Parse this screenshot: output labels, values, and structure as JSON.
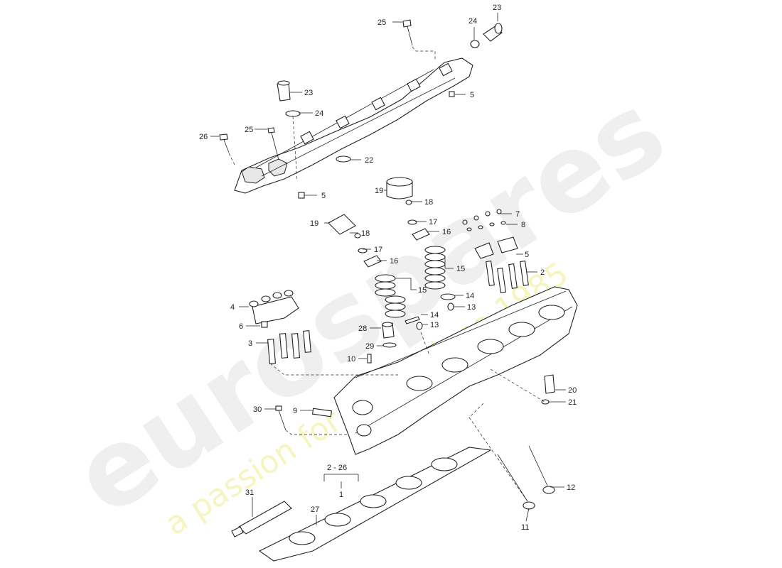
{
  "watermark": {
    "brand": "eurospares",
    "tagline": "a passion for parts since 1985"
  },
  "callouts": [
    {
      "id": "c25a",
      "text": "25"
    },
    {
      "id": "c24a",
      "text": "24"
    },
    {
      "id": "c23a",
      "text": "23"
    },
    {
      "id": "c23b",
      "text": "23"
    },
    {
      "id": "c5a",
      "text": "5"
    },
    {
      "id": "c24b",
      "text": "24"
    },
    {
      "id": "c25b",
      "text": "25"
    },
    {
      "id": "c26",
      "text": "26"
    },
    {
      "id": "c22",
      "text": "22"
    },
    {
      "id": "c5b",
      "text": "5"
    },
    {
      "id": "c19a",
      "text": "19"
    },
    {
      "id": "c18a",
      "text": "18"
    },
    {
      "id": "c17a",
      "text": "17"
    },
    {
      "id": "c16a",
      "text": "16"
    },
    {
      "id": "c7",
      "text": "7"
    },
    {
      "id": "c8",
      "text": "8"
    },
    {
      "id": "c19b",
      "text": "19"
    },
    {
      "id": "c18b",
      "text": "18"
    },
    {
      "id": "c17b",
      "text": "17"
    },
    {
      "id": "c16b",
      "text": "16"
    },
    {
      "id": "c5c",
      "text": "5"
    },
    {
      "id": "c15a",
      "text": "15"
    },
    {
      "id": "c2",
      "text": "2"
    },
    {
      "id": "c15b",
      "text": "15"
    },
    {
      "id": "c14a",
      "text": "14"
    },
    {
      "id": "c13a",
      "text": "13"
    },
    {
      "id": "c4",
      "text": "4"
    },
    {
      "id": "c14b",
      "text": "14"
    },
    {
      "id": "c13b",
      "text": "13"
    },
    {
      "id": "c6",
      "text": "6"
    },
    {
      "id": "c28",
      "text": "28"
    },
    {
      "id": "c3",
      "text": "3"
    },
    {
      "id": "c29",
      "text": "29"
    },
    {
      "id": "c10",
      "text": "10"
    },
    {
      "id": "c20",
      "text": "20"
    },
    {
      "id": "c21",
      "text": "21"
    },
    {
      "id": "c30",
      "text": "30"
    },
    {
      "id": "c9",
      "text": "9"
    },
    {
      "id": "c2to26",
      "text": "2 - 26"
    },
    {
      "id": "c1",
      "text": "1"
    },
    {
      "id": "c12",
      "text": "12"
    },
    {
      "id": "c31",
      "text": "31"
    },
    {
      "id": "c27",
      "text": "27"
    },
    {
      "id": "c11",
      "text": "11"
    }
  ]
}
